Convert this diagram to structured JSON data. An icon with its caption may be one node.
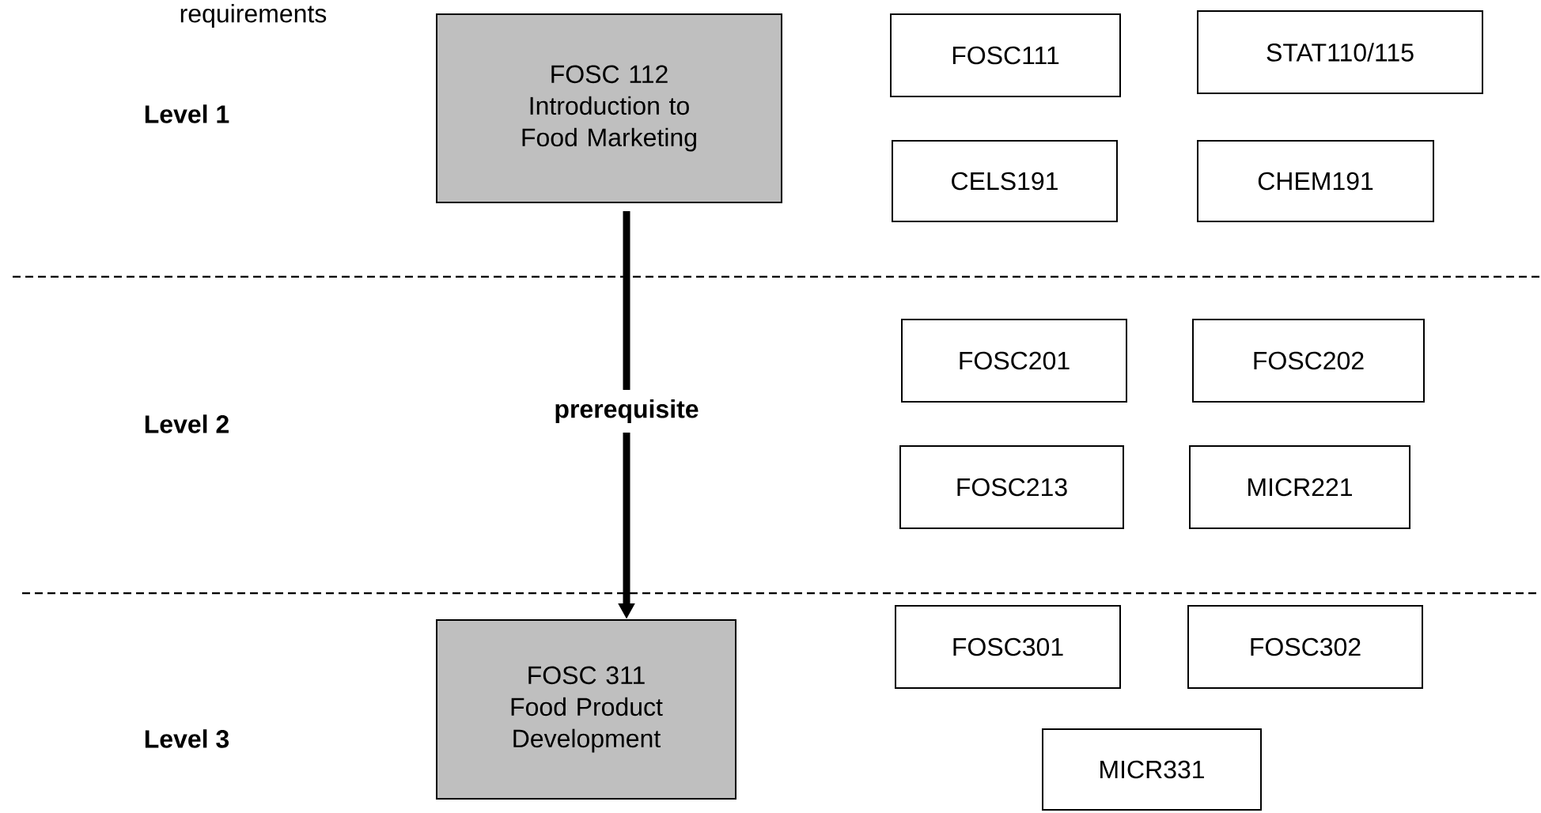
{
  "diagram": {
    "nodes": [
      {
        "text": [
          "FOSC 112 Introduction to Food Marketing"
        ]
      },
      {
        "text": [
          "FOSC111"
        ]
      },
      {
        "text": [
          "STAT110/115"
        ]
      },
      {
        "text": [
          "CELS191"
        ]
      },
      {
        "text": [
          "CHEM191"
        ]
      },
      {
        "text": [
          "FOSC201"
        ]
      },
      {
        "text": [
          "FOSC202"
        ]
      },
      {
        "text": [
          "FOSC213"
        ]
      },
      {
        "text": [
          "MICR221"
        ]
      },
      {
        "text": [
          "FOSC 311 Food Product Development"
        ]
      },
      {
        "text": [
          "FOSC301"
        ]
      },
      {
        "text": [
          "FOSC302"
        ]
      },
      {
        "text": [
          "MICR331"
        ]
      }
    ],
    "edges": [
      {
        "from": 0,
        "to": 9,
        "arrow": "to",
        "label": "prerequisite"
      }
    ],
    "labels": [
      "requirements",
      "Level 1",
      "Level 2",
      "Level 3"
    ]
  }
}
